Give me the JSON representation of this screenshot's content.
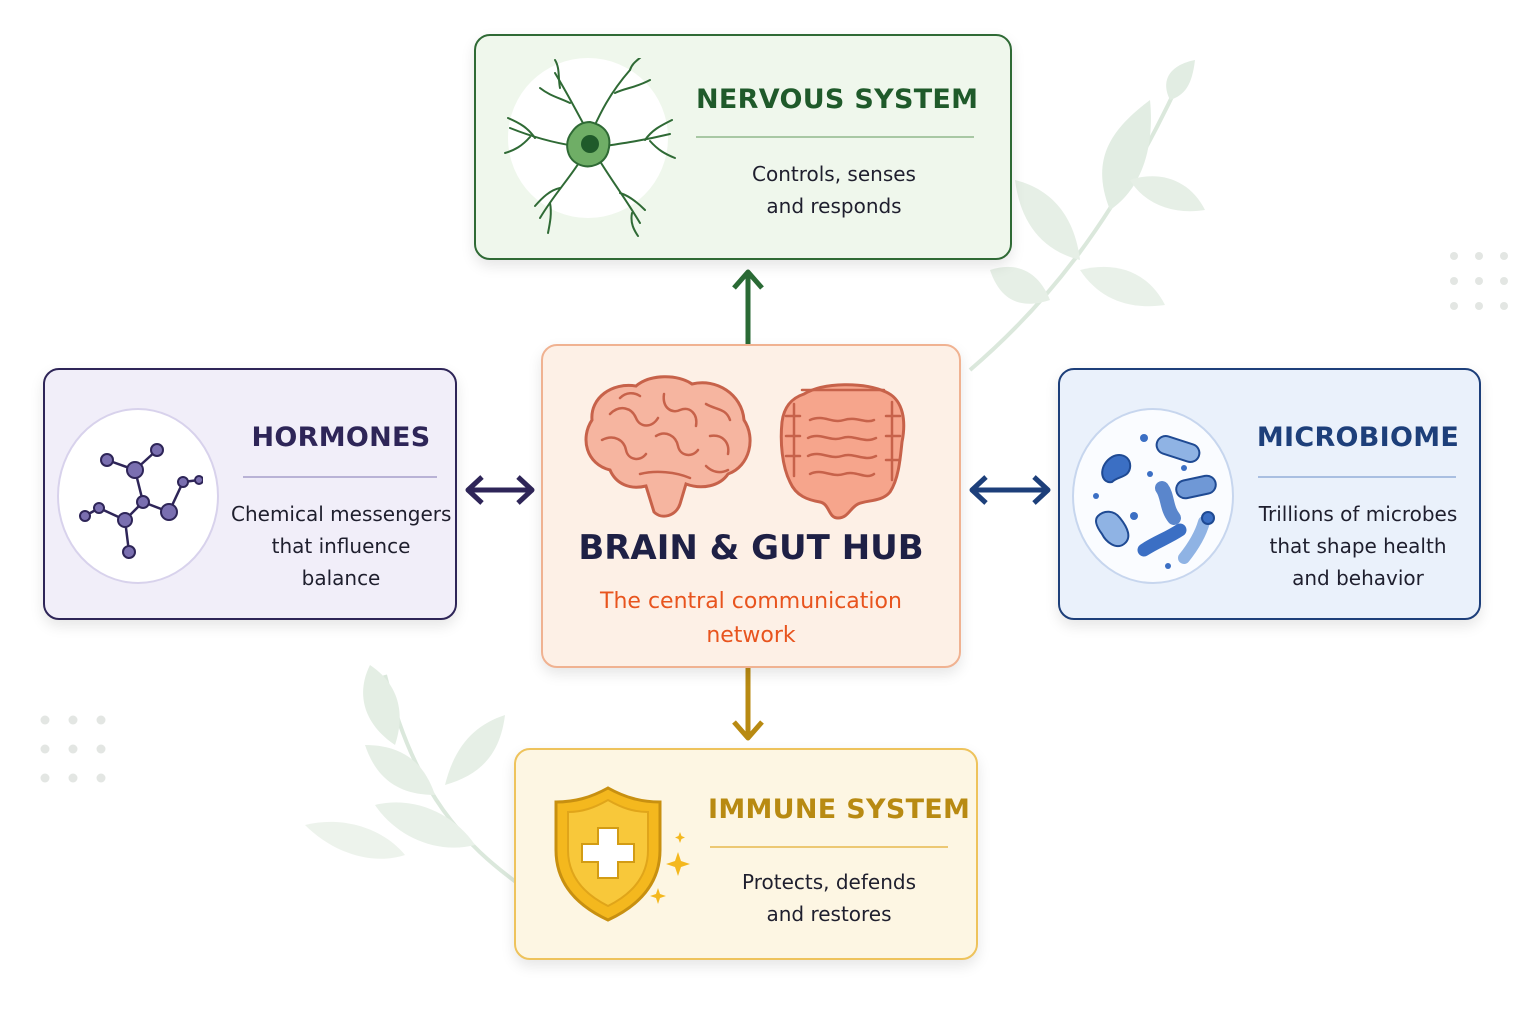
{
  "hub": {
    "title": "BRAIN & GUT HUB",
    "subtitle_lines": [
      "The central communication",
      "network"
    ]
  },
  "nodes": {
    "nervous": {
      "title": "NERVOUS SYSTEM",
      "desc_lines": [
        "Controls, senses",
        "and responds"
      ],
      "color": "#2f6a35",
      "icon": "neuron-icon"
    },
    "hormones": {
      "title": "HORMONES",
      "desc_lines": [
        "Chemical messengers",
        "that influence",
        "balance"
      ],
      "color": "#2e2558",
      "icon": "molecule-icon"
    },
    "microbiome": {
      "title": "MICROBIOME",
      "desc_lines": [
        "Trillions of microbes",
        "that shape health",
        "and behavior"
      ],
      "color": "#1d3f7a",
      "icon": "microbes-icon"
    },
    "immune": {
      "title": "IMMUNE SYSTEM",
      "desc_lines": [
        "Protects, defends",
        "and restores"
      ],
      "color": "#b88a12",
      "icon": "shield-icon"
    }
  },
  "hub_icons": [
    "brain-icon",
    "intestine-icon"
  ],
  "connections": [
    {
      "from": "hub",
      "to": "nervous",
      "direction": "one-way",
      "color": "#2a6a35"
    },
    {
      "from": "hub",
      "to": "immune",
      "direction": "one-way",
      "color": "#b88a12"
    },
    {
      "from": "hub",
      "to": "hormones",
      "direction": "two-way",
      "color": "#2e2558"
    },
    {
      "from": "hub",
      "to": "microbiome",
      "direction": "two-way",
      "color": "#1d3f7a"
    }
  ]
}
